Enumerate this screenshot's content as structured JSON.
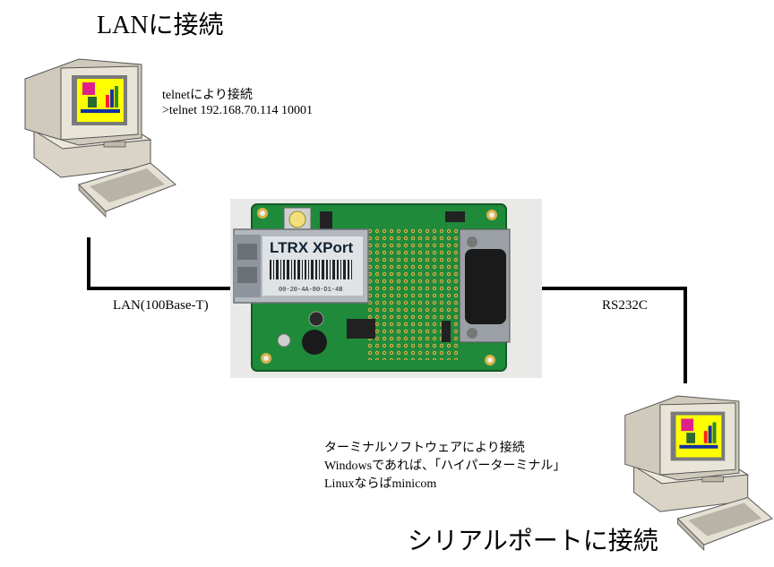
{
  "titles": {
    "lan": "LANに接続",
    "serial": "シリアルポートに接続"
  },
  "notes": {
    "telnet": [
      "telnetにより接続",
      ">telnet 192.168.70.114 10001"
    ],
    "terminal": [
      "ターミナルソフトウェアにより接続",
      "Windowsであれば、「ハイパーターミナル」",
      "Linuxならばminicom"
    ]
  },
  "labels": {
    "lan": "LAN(100Base-T)",
    "rs232c": "RS232C"
  },
  "board": {
    "module_brand": "LTRX  XPort",
    "mac": "00-20-4A-80-D1-4B"
  },
  "colors": {
    "pcb": "#1f8a3a",
    "monitor_case": "#e8e4d8",
    "screen": "#ffff00",
    "cable": "#000000"
  }
}
